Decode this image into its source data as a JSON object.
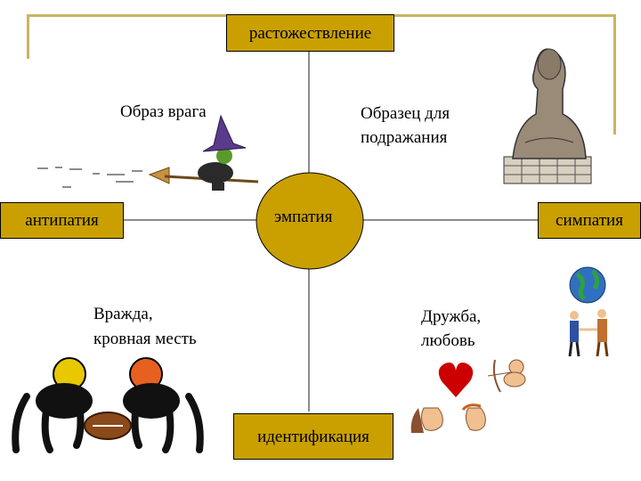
{
  "nodes": {
    "top": "растожествление",
    "left": "антипатия",
    "right": "симпатия",
    "bottom": "идентификация",
    "center": "эмпатия"
  },
  "quadrants": {
    "top_left": "Образ врага",
    "top_right_line1": "Образец для",
    "top_right_line2": "подражания",
    "bottom_left_line1": "Вражда,",
    "bottom_left_line2": "кровная месть",
    "bottom_right_line1": "Дружба,",
    "bottom_right_line2": "любовь"
  },
  "colors": {
    "node_fill": "#c9a000",
    "frame": "#c9b560",
    "axis": "#8c8c8c"
  }
}
